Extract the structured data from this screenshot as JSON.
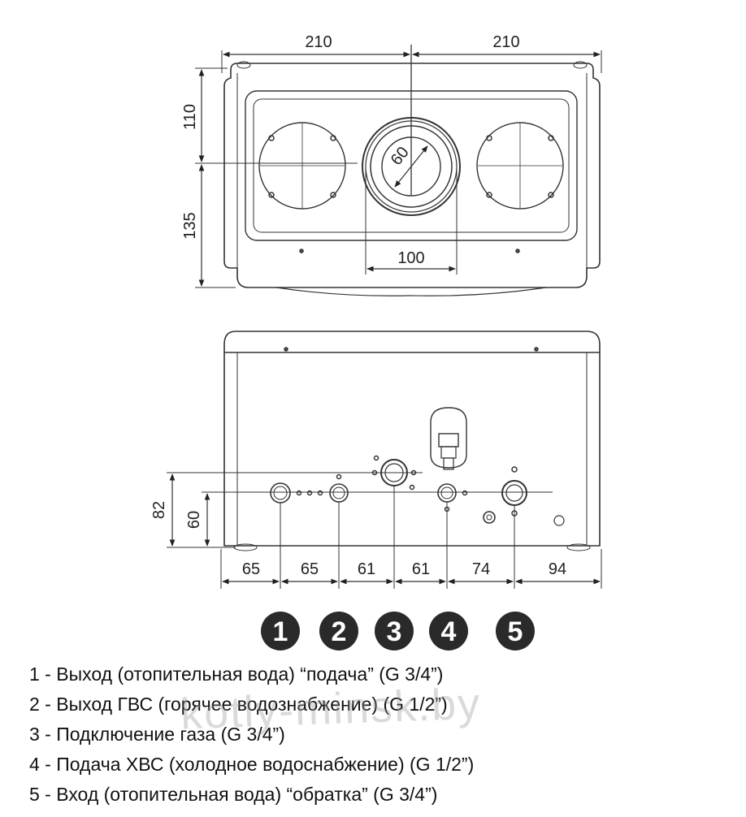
{
  "top_view": {
    "dim_left_width": "210",
    "dim_right_width": "210",
    "dim_top_height": "110",
    "dim_bottom_height": "135",
    "dim_flue_diameter": "60",
    "dim_flue_outer": "100"
  },
  "bottom_view": {
    "dim_height_82": "82",
    "dim_height_60": "60",
    "spacings": [
      "65",
      "65",
      "61",
      "61",
      "74",
      "94"
    ]
  },
  "badges": [
    "1",
    "2",
    "3",
    "4",
    "5"
  ],
  "legend": [
    "1 - Выход (отопительная вода) “подача” (G 3/4”)",
    "2 - Выход ГВС (горячее водознабжение) (G 1/2”)",
    "3 - Подключение газа (G 3/4”)",
    "4 - Подача ХВС (холодное водоснабжение) (G 1/2”)",
    "5 - Вход (отопительная вода) “обратка” (G 3/4”)"
  ],
  "watermark": "kotly-minsk.by"
}
